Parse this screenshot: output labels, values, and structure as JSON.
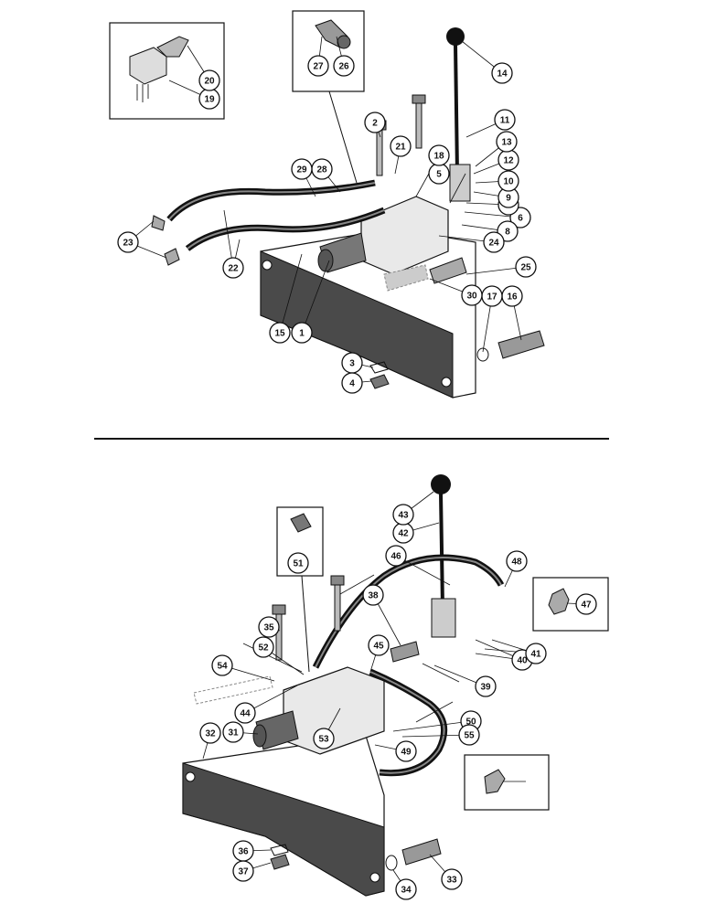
{
  "top_assembly": {
    "callouts": [
      "1",
      "2",
      "3",
      "4",
      "5",
      "6",
      "7",
      "8",
      "9",
      "10",
      "11",
      "12",
      "13",
      "14",
      "15",
      "16",
      "17",
      "18",
      "19",
      "20",
      "21",
      "22",
      "23",
      "24",
      "25",
      "26",
      "27",
      "28",
      "29",
      "30"
    ]
  },
  "bottom_assembly": {
    "callouts": [
      "31",
      "32",
      "33",
      "34",
      "35",
      "36",
      "37",
      "38",
      "39",
      "40",
      "41",
      "42",
      "43",
      "44",
      "45",
      "46",
      "47",
      "48",
      "49",
      "50",
      "51",
      "52",
      "53",
      "54",
      "55"
    ]
  },
  "colors": {
    "ink": "#111111",
    "paper": "#ffffff",
    "casting": "#3a3a3a"
  }
}
